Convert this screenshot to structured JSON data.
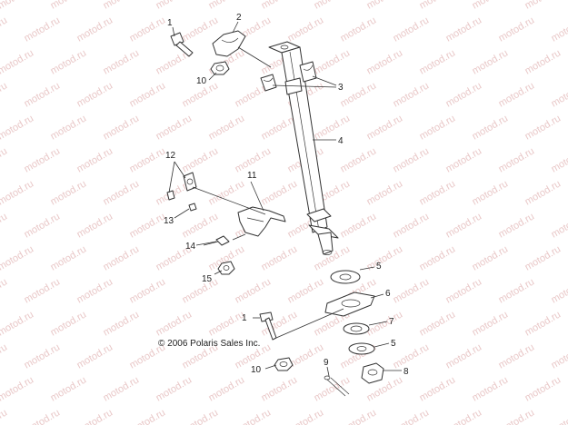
{
  "watermark": {
    "text": "motod.ru",
    "color": "#e9c8c8"
  },
  "copyright": "© 2006 Polaris Sales Inc.",
  "callouts": {
    "c1_top": "1",
    "c2": "2",
    "c3": "3",
    "c4": "4",
    "c5_top": "5",
    "c5_bottom": "5",
    "c6": "6",
    "c7": "7",
    "c8": "8",
    "c9": "9",
    "c10_top": "10",
    "c10_bottom": "10",
    "c11": "11",
    "c12": "12",
    "c13": "13",
    "c14": "14",
    "c15": "15",
    "c1_bottom": "1"
  }
}
